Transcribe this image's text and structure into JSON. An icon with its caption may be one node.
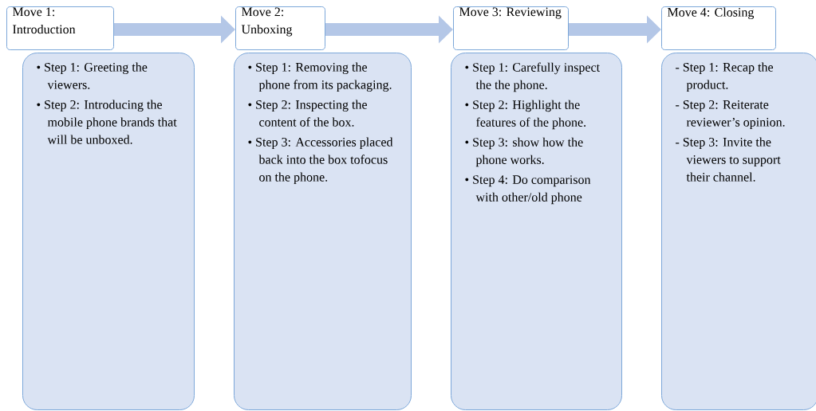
{
  "diagram": {
    "nodes": [
      {
        "text": [
          "Move 1: Introduction"
        ]
      },
      {
        "text": [
          "• Step 1: Greeting the viewers.",
          "• Step 2: Introducing the mobile phone brands that will be unboxed."
        ]
      },
      {
        "text": [
          "Move 2: Unboxing"
        ]
      },
      {
        "text": [
          "• Step 1: Removing the phone from its packaging.",
          "• Step 2: Inspecting the content of the box.",
          "• Step 3: Accessories placed back into the box tofocus on the phone."
        ]
      },
      {
        "text": [
          "Move 3: Reviewing"
        ]
      },
      {
        "text": [
          "• Step 1: Carefully inspect the the phone.",
          "• Step 2: Highlight the features of the phone.",
          "• Step 3: show how the phone works.",
          "• Step 4: Do comparison with other/old phone"
        ]
      },
      {
        "text": [
          "Move 4: Closing"
        ]
      },
      {
        "text": [
          "- Step 1: Recap the product.",
          "- Step 2: Reiterate reviewer’s opinion.",
          "- Step 3: Invite the viewers to support their channel."
        ]
      }
    ],
    "edges": [
      {
        "from": 0,
        "to": 2,
        "arrow": "to"
      },
      {
        "from": 2,
        "to": 4,
        "arrow": "to"
      },
      {
        "from": 4,
        "to": 6,
        "arrow": "to"
      }
    ]
  }
}
